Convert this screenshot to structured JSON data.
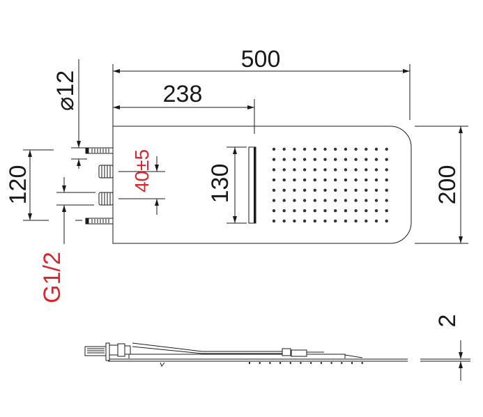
{
  "dimensions": {
    "total_length": "500",
    "offset_length": "238",
    "width": "200",
    "diameter": "⌀12",
    "connector_spacing": "120",
    "thread": "G1/2",
    "tolerance": "40±5",
    "waterfall_length": "130",
    "thickness": "2"
  },
  "colors": {
    "line": "#1a1a1a",
    "highlight": "#d8262c"
  },
  "nozzle_grid": {
    "columns": 12,
    "rows": 8
  }
}
